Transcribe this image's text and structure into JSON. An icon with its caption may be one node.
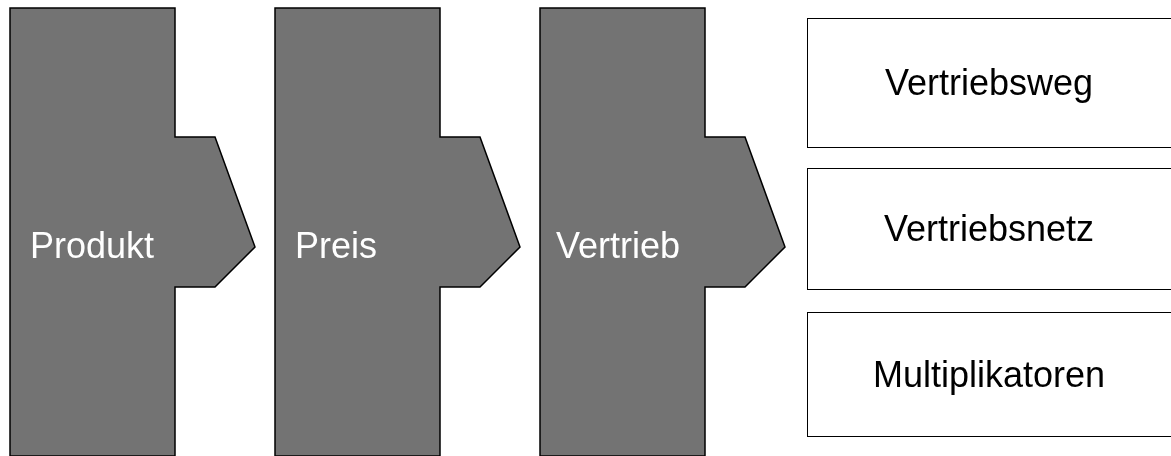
{
  "diagram": {
    "nodes": [
      {
        "text": [
          "Produkt"
        ]
      },
      {
        "text": [
          "Preis"
        ]
      },
      {
        "text": [
          "Vertrieb"
        ]
      },
      {
        "text": [
          "Vertriebsweg"
        ]
      },
      {
        "text": [
          "Vertriebsnetz"
        ]
      },
      {
        "text": [
          "Multiplikatoren"
        ]
      }
    ]
  }
}
